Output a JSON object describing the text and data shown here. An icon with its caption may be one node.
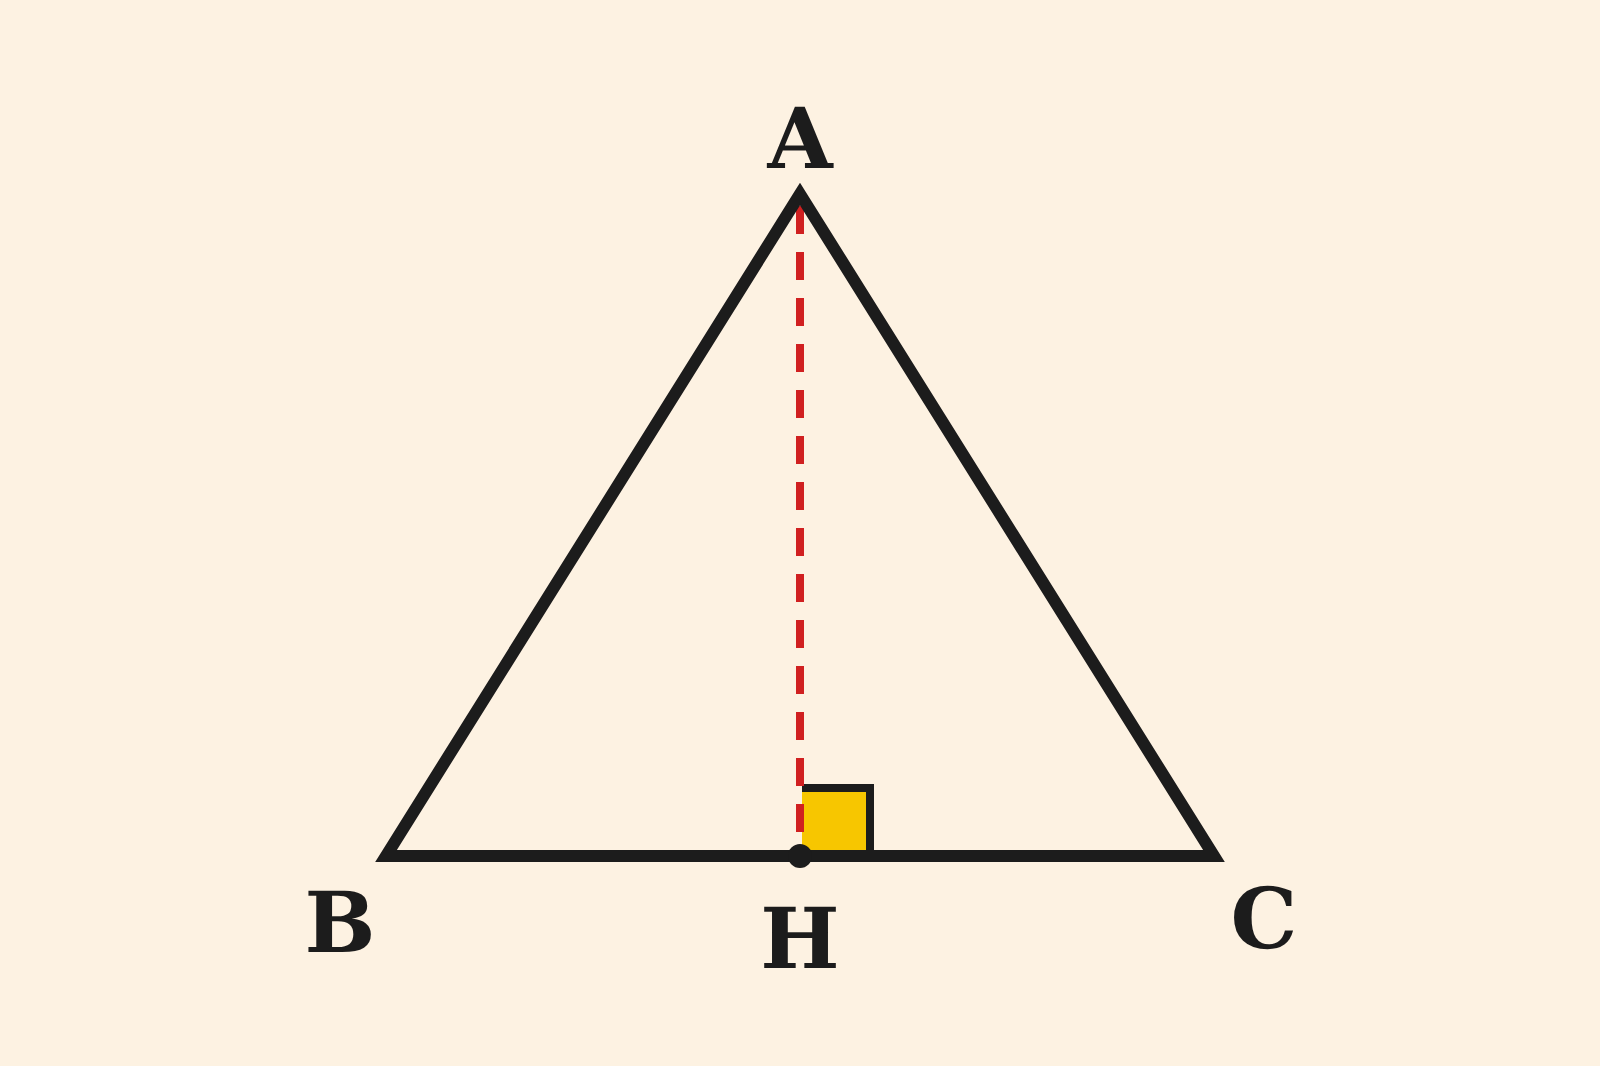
{
  "diagram": {
    "labels": [
      "A",
      "B",
      "H",
      "C"
    ]
  }
}
